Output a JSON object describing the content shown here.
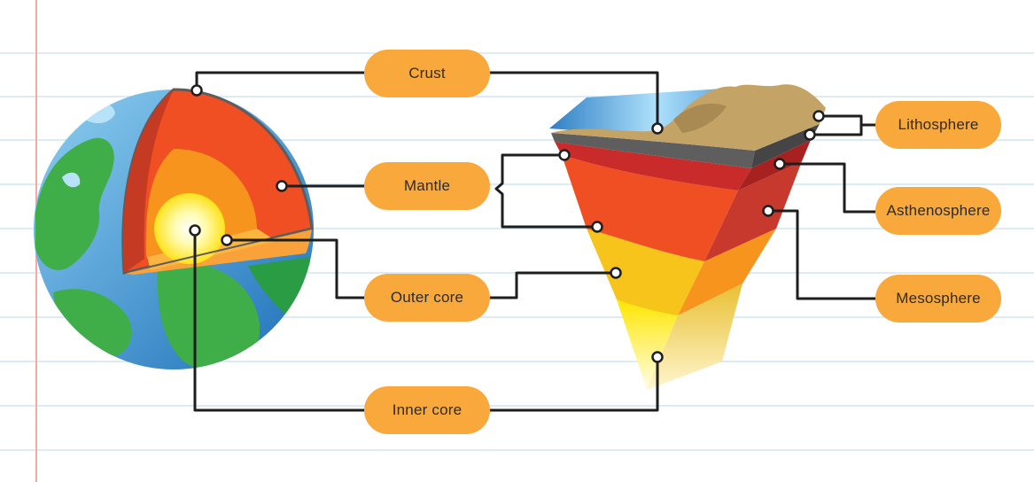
{
  "labels": {
    "crust": "Crust",
    "mantle": "Mantle",
    "outer_core": "Outer core",
    "inner_core": "Inner core",
    "lithosphere": "Lithosphere",
    "asthenosphere": "Asthenosphere",
    "mesosphere": "Mesosphere"
  },
  "colors": {
    "label_fill": "#f9a83b",
    "connector": "#1e1e1e",
    "notebook_line": "#cfe6f5",
    "margin_line": "#f4a9a9",
    "ocean": "#2d83c8",
    "land": "#3fae49",
    "mantle": "#f04e23",
    "outer_core": "#f7941d",
    "inner_core": "#fff35c"
  }
}
